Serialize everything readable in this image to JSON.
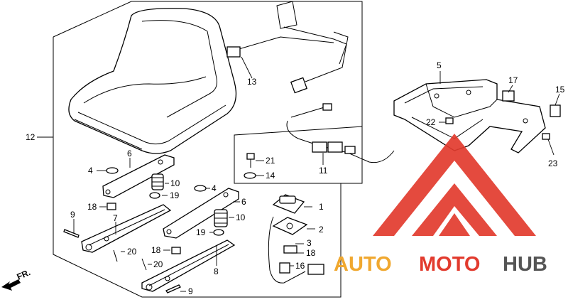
{
  "callouts": {
    "p1": "1",
    "p2": "2",
    "p3": "3",
    "p4a": "4",
    "p4b": "4",
    "p5": "5",
    "p6a": "6",
    "p6b": "6",
    "p7": "7",
    "p8": "8",
    "p9a": "9",
    "p9b": "9",
    "p10a": "10",
    "p10b": "10",
    "p11": "11",
    "p12": "12",
    "p13": "13",
    "p14": "14",
    "p15": "15",
    "p16": "16",
    "p17": "17",
    "p18a": "18",
    "p18b": "18",
    "p18c": "18",
    "p19a": "19",
    "p19b": "19",
    "p20a": "20",
    "p20b": "20",
    "p21": "21",
    "p22": "22",
    "p23": "23"
  },
  "direction_label": "FR.",
  "watermark": {
    "text_left": "AUTO",
    "text_mid": "MOTO",
    "text_right": "HUB",
    "colors": {
      "auto": "#f0a830",
      "moto": "#e23b2e",
      "hub": "#555555",
      "logo": "#e23b2e"
    }
  }
}
